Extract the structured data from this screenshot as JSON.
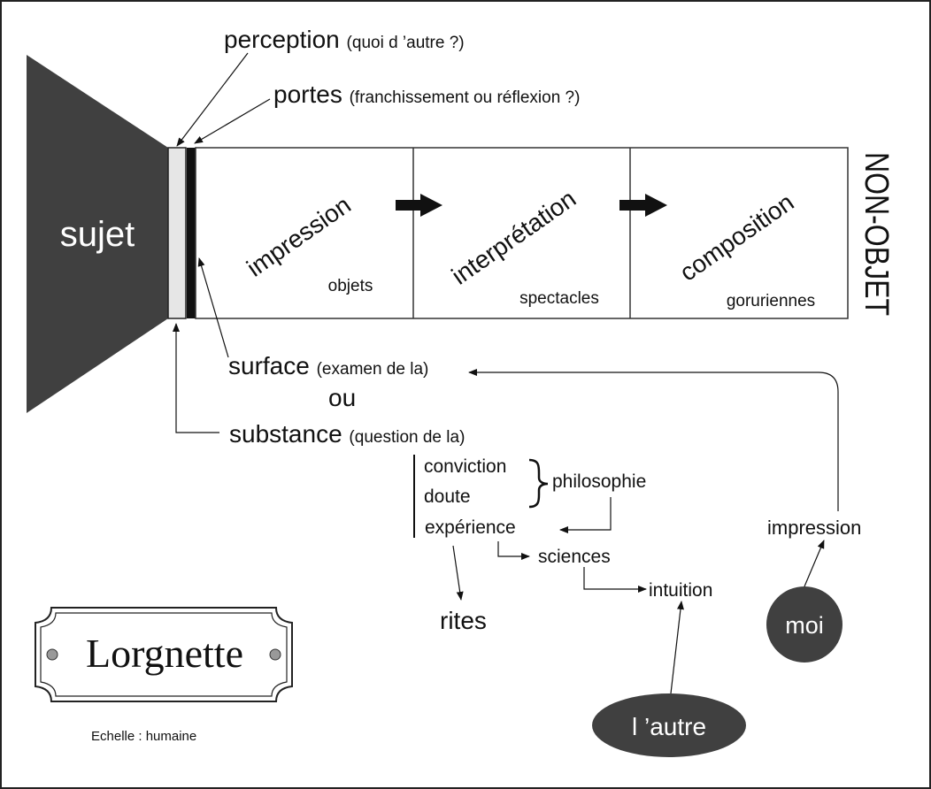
{
  "labels": {
    "subject": "sujet",
    "perception": "perception",
    "perception_note": "(quoi d ’autre ?)",
    "doors": "portes",
    "doors_note": "(franchissement ou réflexion ?)",
    "non_object": "NON-OBJET",
    "surface": "surface",
    "surface_note": "(examen de la)",
    "or": "ou",
    "substance": "substance",
    "substance_note": "(question de la)",
    "conviction": "conviction",
    "doubt": "doute",
    "philosophy": "philosophie",
    "experience": "expérience",
    "sciences": "sciences",
    "intuition": "intuition",
    "rites": "rites",
    "impression_right": "impression",
    "self": "moi",
    "other": "l ’autre",
    "plaque": "Lorgnette",
    "scale": "Echelle : humaine"
  },
  "stages": [
    {
      "main": "impression",
      "sub": "objets"
    },
    {
      "main": "interprétation",
      "sub": "spectacles"
    },
    {
      "main": "composition",
      "sub": "goruriennes"
    }
  ],
  "colors": {
    "dark_shape": "#404040",
    "light_strip": "#e6e6e6",
    "line": "#111111",
    "text_on_dark": "#ffffff"
  }
}
